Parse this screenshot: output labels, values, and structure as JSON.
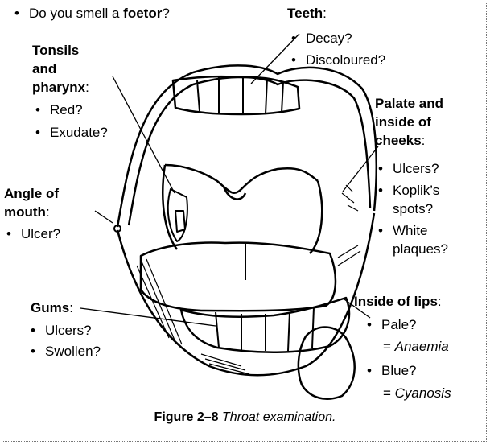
{
  "top_note": {
    "prefix": "Do you smell a ",
    "bold": "foetor",
    "suffix": "?"
  },
  "teeth": {
    "title": "Teeth",
    "items": [
      "Decay?",
      "Discoloured?"
    ]
  },
  "tonsils": {
    "title_lines": [
      "Tonsils",
      "and",
      "pharynx"
    ],
    "items": [
      "Red?",
      "Exudate?"
    ]
  },
  "palate": {
    "title_lines": [
      "Palate and",
      "inside of",
      "cheeks"
    ],
    "items": [
      [
        "Ulcers?"
      ],
      [
        "Koplik’s",
        "spots?"
      ],
      [
        "White",
        "plaques?"
      ]
    ]
  },
  "angle": {
    "title_lines": [
      "Angle of",
      "mouth"
    ],
    "items": [
      "Ulcer?"
    ]
  },
  "gums": {
    "title": "Gums",
    "items": [
      "Ulcers?",
      "Swollen?"
    ]
  },
  "lips": {
    "title": "Inside of lips",
    "items": [
      "Pale?",
      "Blue?"
    ],
    "eq": [
      {
        "sign": "= ",
        "term": "Anaemia"
      },
      {
        "sign": "= ",
        "term": "Cyanosis"
      }
    ]
  },
  "caption": {
    "number": "Figure 2–8",
    "text": " Throat examination."
  },
  "colon": ":",
  "bullet": "•"
}
